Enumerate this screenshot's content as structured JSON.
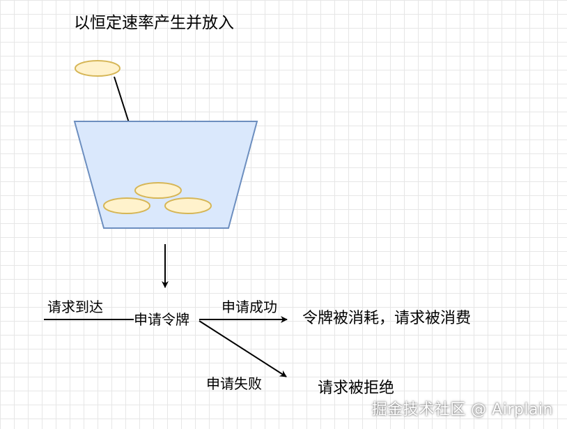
{
  "labels": {
    "generate": "以恒定速率产生并放入",
    "request_arrive": "请求到达",
    "apply_token": "申请令牌",
    "apply_success": "申请成功",
    "consumed": "令牌被消耗，请求被消费",
    "apply_fail": "申请失败",
    "rejected": "请求被拒绝"
  },
  "watermark": "掘金技术社区 @ Airplain",
  "colors": {
    "bucket_fill": "#dae8fc",
    "bucket_stroke": "#6c8ebf",
    "token_fill": "#fff2cc",
    "token_stroke": "#d6b656",
    "grid": "#e6e6e6",
    "line": "#000000"
  }
}
